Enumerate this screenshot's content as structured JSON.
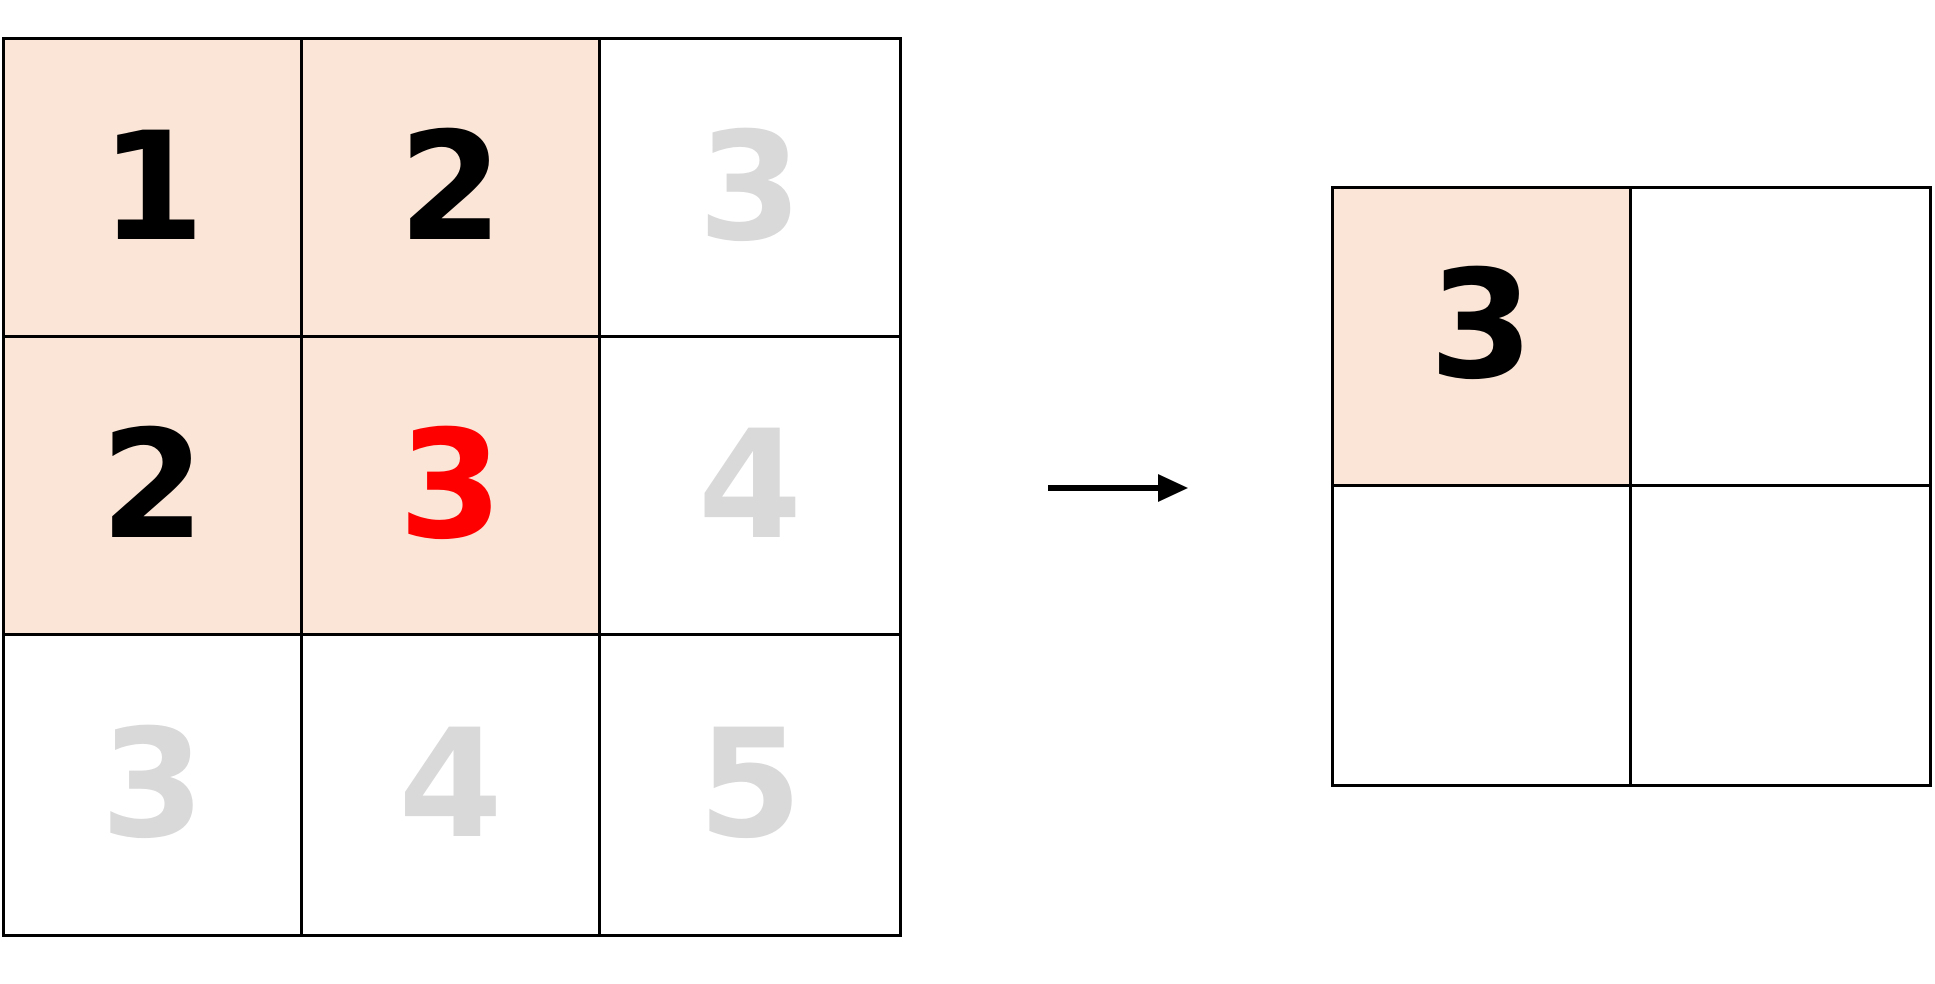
{
  "colors": {
    "highlight": "#fbe5d6",
    "normal_text": "#000000",
    "faded_text": "#d9d9d9",
    "result_text": "#ff0000",
    "grid_line": "#000000"
  },
  "input_grid": {
    "cells": [
      {
        "value": "1",
        "highlighted": true,
        "tone": "normal"
      },
      {
        "value": "2",
        "highlighted": true,
        "tone": "normal"
      },
      {
        "value": "3",
        "highlighted": false,
        "tone": "faded"
      },
      {
        "value": "2",
        "highlighted": true,
        "tone": "normal"
      },
      {
        "value": "3",
        "highlighted": true,
        "tone": "result"
      },
      {
        "value": "4",
        "highlighted": false,
        "tone": "faded"
      },
      {
        "value": "3",
        "highlighted": false,
        "tone": "faded"
      },
      {
        "value": "4",
        "highlighted": false,
        "tone": "faded"
      },
      {
        "value": "5",
        "highlighted": false,
        "tone": "faded"
      }
    ]
  },
  "output_grid": {
    "cells": [
      {
        "value": "3",
        "highlighted": true,
        "tone": "normal"
      },
      {
        "value": "",
        "highlighted": false,
        "tone": "normal"
      },
      {
        "value": "",
        "highlighted": false,
        "tone": "normal"
      },
      {
        "value": "",
        "highlighted": false,
        "tone": "normal"
      }
    ]
  },
  "arrow_icon": "right-arrow-icon"
}
